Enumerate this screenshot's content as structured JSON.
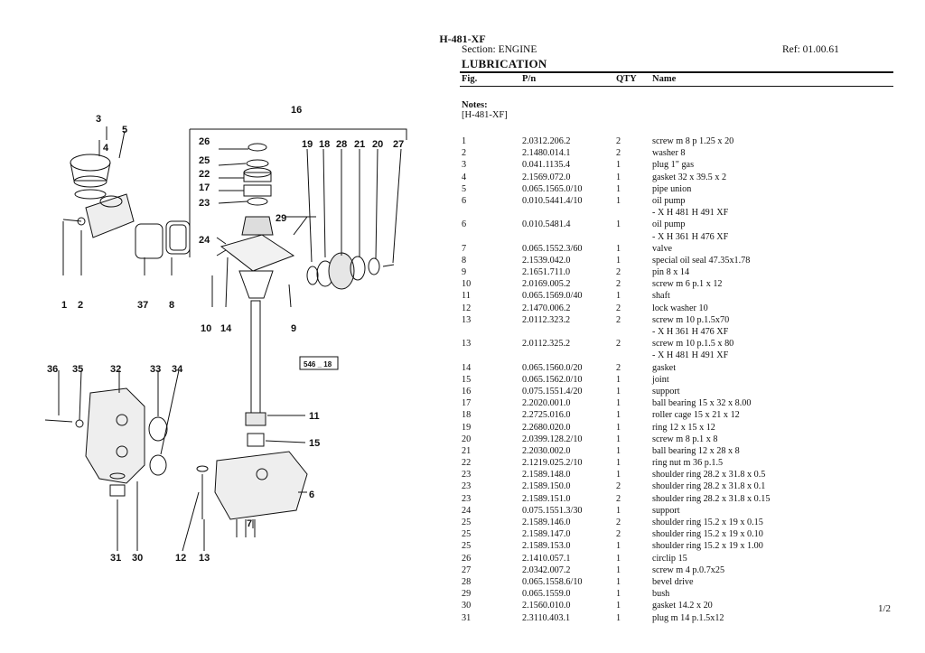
{
  "header": {
    "title": "H-481-XF",
    "section": "Section: ENGINE",
    "ref": "Ref: 01.00.61",
    "heading": "LUBRICATION"
  },
  "columns": {
    "fig": "Fig.",
    "pn": "P/n",
    "qty": "QTY",
    "name": "Name"
  },
  "notes": {
    "label": "Notes:",
    "value": "[H-481-XF]"
  },
  "parts": [
    {
      "fig": "1",
      "pn": "2.0312.206.2",
      "qty": "2",
      "name": "screw m 8 p 1.25 x 20"
    },
    {
      "fig": "2",
      "pn": "2.1480.014.1",
      "qty": "2",
      "name": "washer 8"
    },
    {
      "fig": "3",
      "pn": "0.041.1135.4",
      "qty": "1",
      "name": "plug 1\" gas"
    },
    {
      "fig": "4",
      "pn": "2.1569.072.0",
      "qty": "1",
      "name": "gasket 32 x 39.5 x 2"
    },
    {
      "fig": "5",
      "pn": "0.065.1565.0/10",
      "qty": "1",
      "name": "pipe union"
    },
    {
      "fig": "6",
      "pn": "0.010.5441.4/10",
      "qty": "1",
      "name": "oil pump"
    },
    {
      "fig": "",
      "pn": "",
      "qty": "",
      "name": "- X H 481 H 491 XF"
    },
    {
      "fig": "6",
      "pn": "0.010.5481.4",
      "qty": "1",
      "name": "oil pump"
    },
    {
      "fig": "",
      "pn": "",
      "qty": "",
      "name": "- X H 361 H 476 XF"
    },
    {
      "fig": "7",
      "pn": "0.065.1552.3/60",
      "qty": "1",
      "name": "valve"
    },
    {
      "fig": "8",
      "pn": "2.1539.042.0",
      "qty": "1",
      "name": "special oil seal 47.35x1.78"
    },
    {
      "fig": "9",
      "pn": "2.1651.711.0",
      "qty": "2",
      "name": "pin 8 x 14"
    },
    {
      "fig": "10",
      "pn": "2.0169.005.2",
      "qty": "2",
      "name": "screw m 6 p.1 x 12"
    },
    {
      "fig": "11",
      "pn": "0.065.1569.0/40",
      "qty": "1",
      "name": "shaft"
    },
    {
      "fig": "12",
      "pn": "2.1470.006.2",
      "qty": "2",
      "name": "lock washer 10"
    },
    {
      "fig": "13",
      "pn": "2.0112.323.2",
      "qty": "2",
      "name": "screw m 10 p.1.5x70"
    },
    {
      "fig": "",
      "pn": "",
      "qty": "",
      "name": "- X H 361 H 476 XF"
    },
    {
      "fig": "13",
      "pn": "2.0112.325.2",
      "qty": "2",
      "name": "screw m 10 p.1.5 x 80"
    },
    {
      "fig": "",
      "pn": "",
      "qty": "",
      "name": "- X H 481 H 491 XF"
    },
    {
      "fig": "14",
      "pn": "0.065.1560.0/20",
      "qty": "2",
      "name": "gasket"
    },
    {
      "fig": "15",
      "pn": "0.065.1562.0/10",
      "qty": "1",
      "name": "joint"
    },
    {
      "fig": "16",
      "pn": "0.075.1551.4/20",
      "qty": "1",
      "name": "support"
    },
    {
      "fig": "17",
      "pn": "2.2020.001.0",
      "qty": "1",
      "name": "ball bearing 15 x 32 x 8.00"
    },
    {
      "fig": "18",
      "pn": "2.2725.016.0",
      "qty": "1",
      "name": "roller cage 15 x 21 x 12"
    },
    {
      "fig": "19",
      "pn": "2.2680.020.0",
      "qty": "1",
      "name": "ring 12 x 15 x 12"
    },
    {
      "fig": "20",
      "pn": "2.0399.128.2/10",
      "qty": "1",
      "name": "screw m 8 p.1 x 8"
    },
    {
      "fig": "21",
      "pn": "2.2030.002.0",
      "qty": "1",
      "name": "ball bearing 12 x 28 x 8"
    },
    {
      "fig": "22",
      "pn": "2.1219.025.2/10",
      "qty": "1",
      "name": "ring nut m 36 p.1.5"
    },
    {
      "fig": "23",
      "pn": "2.1589.148.0",
      "qty": "1",
      "name": "shoulder ring 28.2 x 31.8 x 0.5"
    },
    {
      "fig": "23",
      "pn": "2.1589.150.0",
      "qty": "2",
      "name": "shoulder ring 28.2 x 31.8 x 0.1"
    },
    {
      "fig": "23",
      "pn": "2.1589.151.0",
      "qty": "2",
      "name": "shoulder ring 28.2 x 31.8 x 0.15"
    },
    {
      "fig": "24",
      "pn": "0.075.1551.3/30",
      "qty": "1",
      "name": "support"
    },
    {
      "fig": "25",
      "pn": "2.1589.146.0",
      "qty": "2",
      "name": "shoulder ring 15.2 x 19 x 0.15"
    },
    {
      "fig": "25",
      "pn": "2.1589.147.0",
      "qty": "2",
      "name": "shoulder ring 15.2 x 19 x 0.10"
    },
    {
      "fig": "25",
      "pn": "2.1589.153.0",
      "qty": "1",
      "name": "shoulder ring 15.2 x 19 x 1.00"
    },
    {
      "fig": "26",
      "pn": "2.1410.057.1",
      "qty": "1",
      "name": "circlip 15"
    },
    {
      "fig": "27",
      "pn": "2.0342.007.2",
      "qty": "1",
      "name": "screw m 4 p.0.7x25"
    },
    {
      "fig": "28",
      "pn": "0.065.1558.6/10",
      "qty": "1",
      "name": "bevel drive"
    },
    {
      "fig": "29",
      "pn": "0.065.1559.0",
      "qty": "1",
      "name": "bush"
    },
    {
      "fig": "30",
      "pn": "2.1560.010.0",
      "qty": "1",
      "name": "gasket 14.2 x 20"
    },
    {
      "fig": "31",
      "pn": "2.3110.403.1",
      "qty": "1",
      "name": "plug m 14 p.1.5x12"
    }
  ],
  "page_number": "1/2",
  "diagram": {
    "image_code": "546 _ 18",
    "callouts": [
      "1",
      "2",
      "3",
      "4",
      "5",
      "6",
      "7",
      "8",
      "9",
      "10",
      "11",
      "12",
      "13",
      "14",
      "15",
      "16",
      "17",
      "19",
      "18",
      "28",
      "21",
      "20",
      "22",
      "23",
      "24",
      "25",
      "26",
      "27",
      "29",
      "30",
      "31",
      "32",
      "33",
      "34",
      "35",
      "36",
      "37"
    ]
  }
}
